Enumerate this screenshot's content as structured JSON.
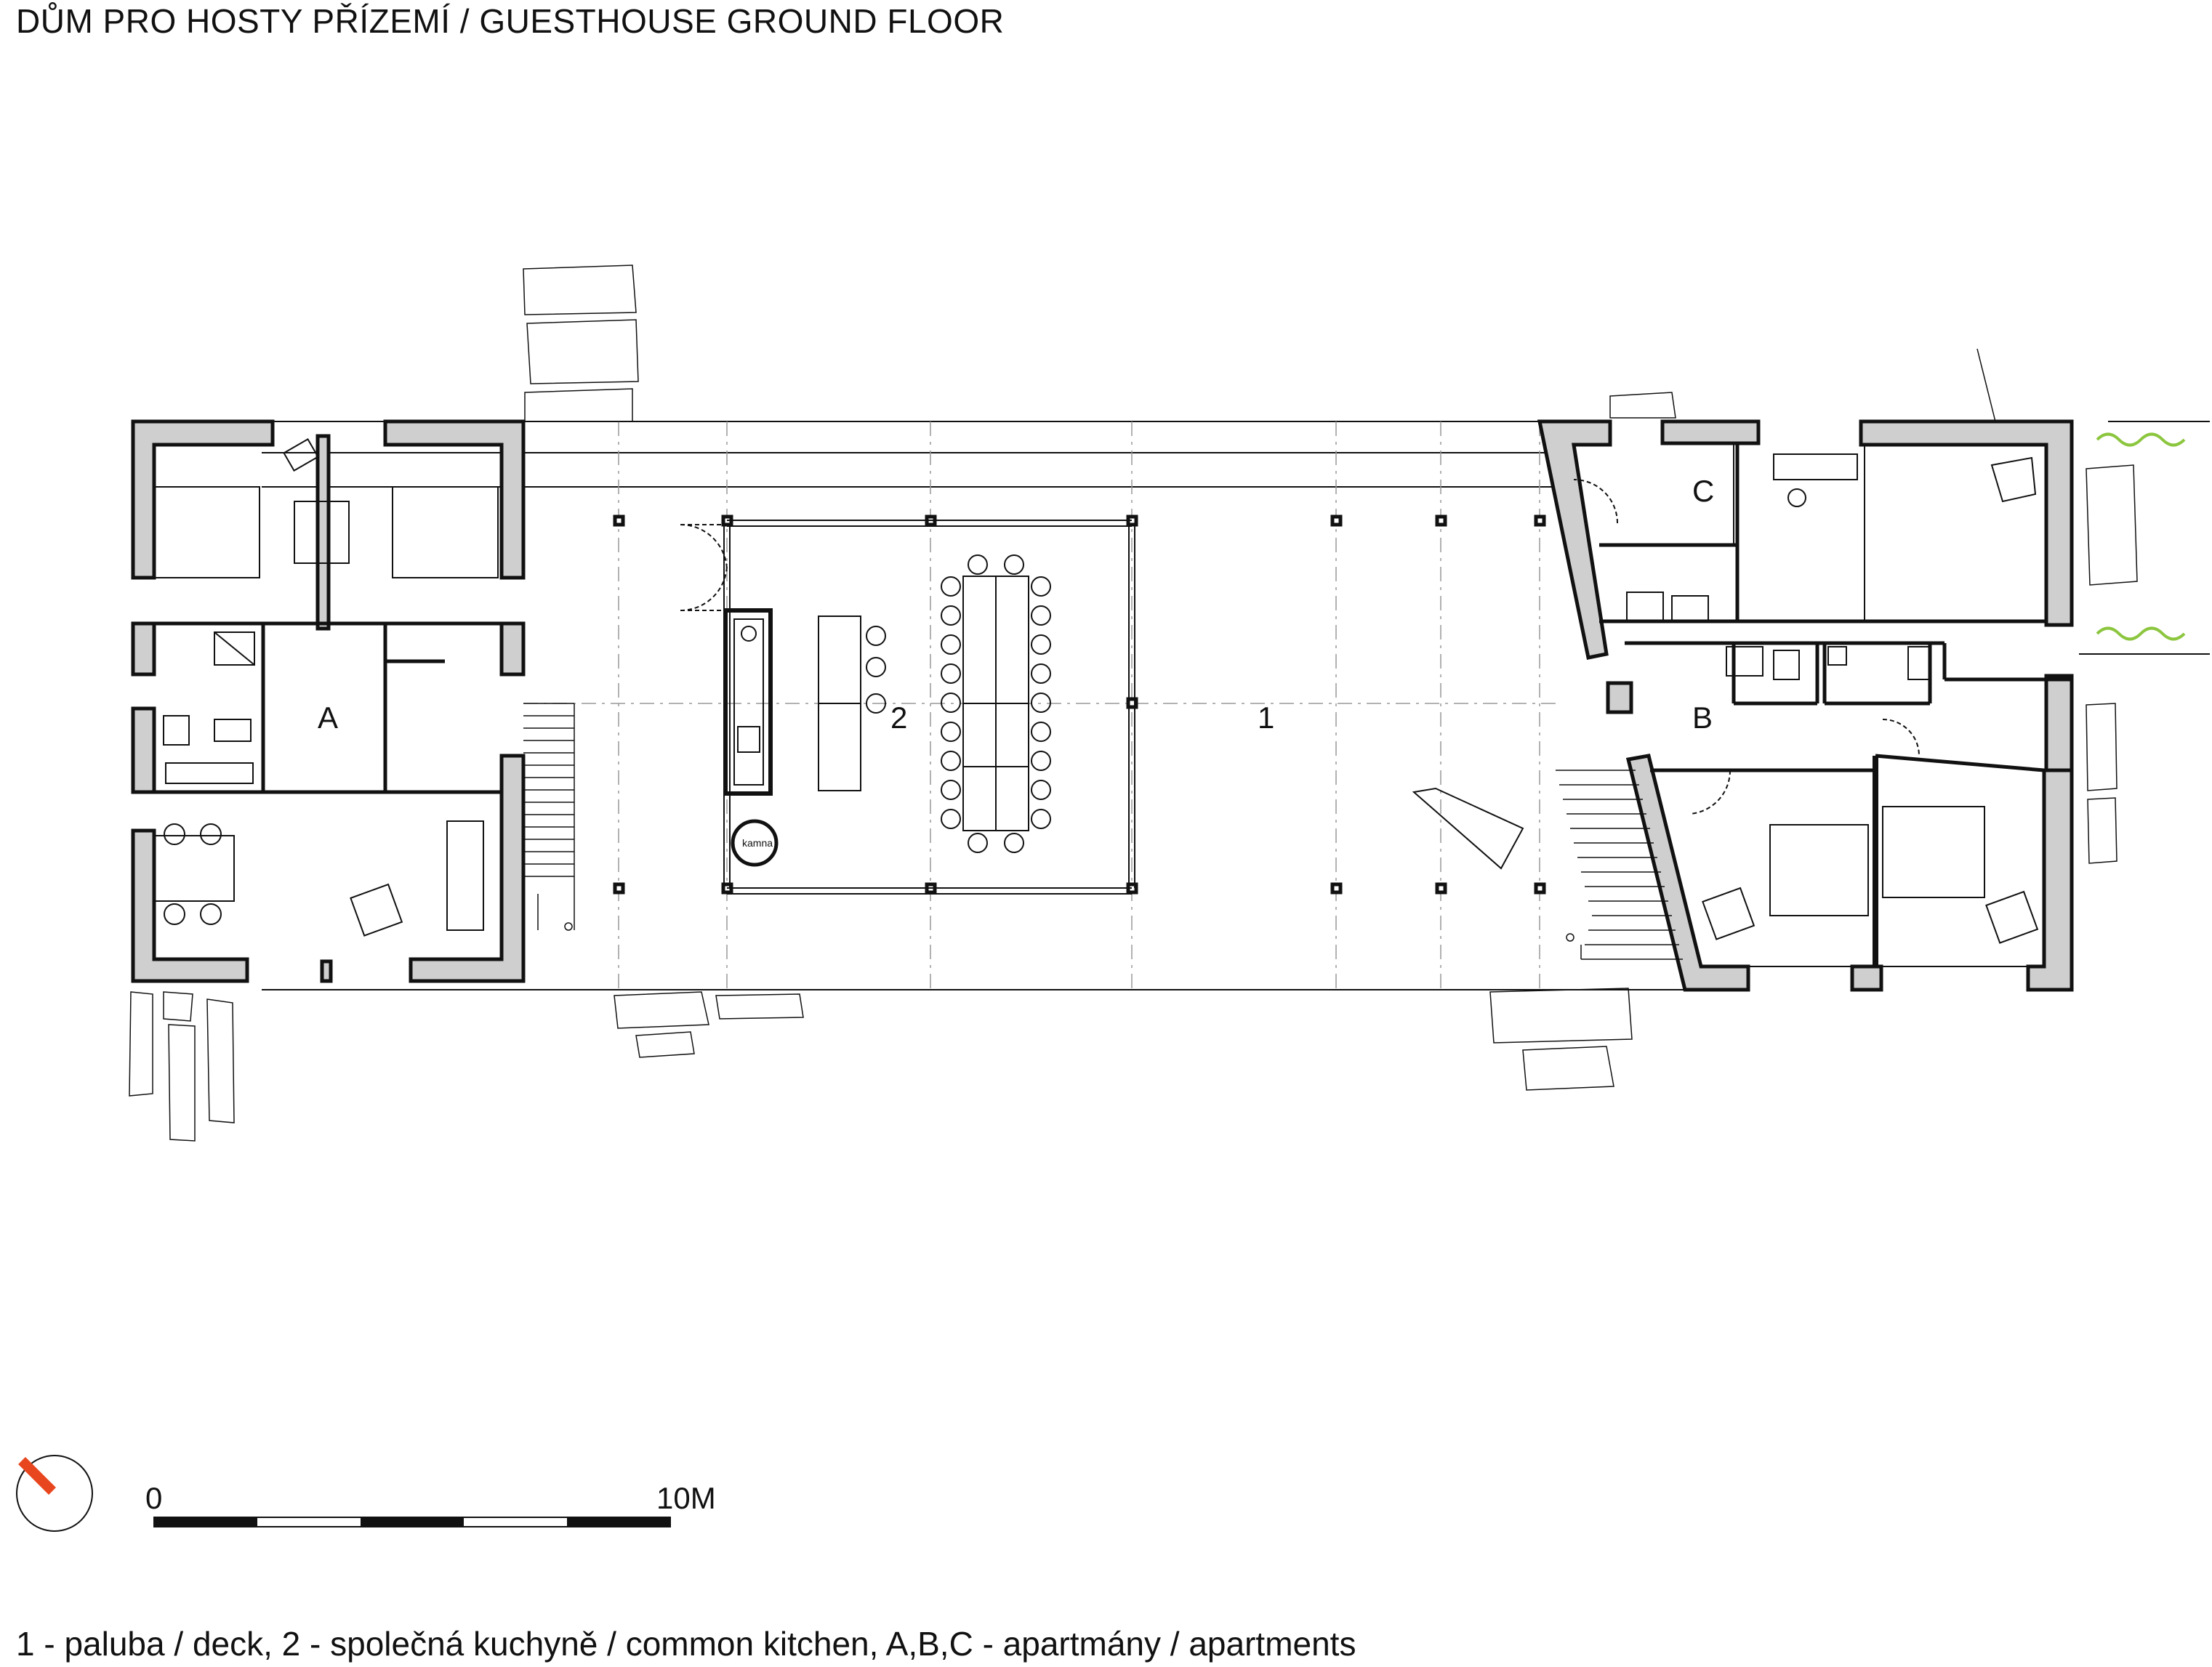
{
  "title": "DŮM PRO HOSTY PŘÍZEMÍ / GUESTHOUSE GROUND FLOOR",
  "rooms": {
    "deck": "1",
    "kitchen": "2",
    "apt_a": "A",
    "apt_b": "B",
    "apt_c": "C"
  },
  "stove_label": "kamna",
  "scale_bar": {
    "start": "0",
    "end": "10M"
  },
  "caption": "1 - paluba / deck, 2 -  společná kuchyně / common kitchen, A,B,C - apartmány / apartments",
  "colors": {
    "wall_fill": "#cfcfcf",
    "line": "#111111",
    "north_arrow": "#e8461e",
    "grass": "#8cc63f",
    "grid_dash": "#999999"
  }
}
